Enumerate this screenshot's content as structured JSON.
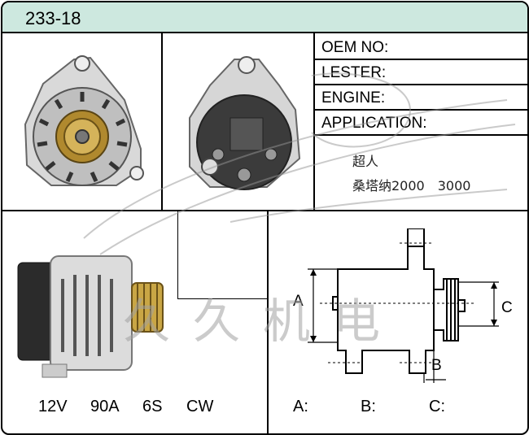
{
  "title": "233-18",
  "fields": {
    "oem": "OEM NO:",
    "lester": "LESTER:",
    "engine": "ENGINE:",
    "application": "APPLICATION:"
  },
  "application_notes": {
    "line1": "超人",
    "line2": "桑塔纳2000　3000"
  },
  "specs": {
    "voltage": "12V",
    "amperage": "90A",
    "pulley": "6S",
    "rotation": "CW"
  },
  "dimensions": {
    "a_label": "A:",
    "b_label": "B:",
    "c_label": "C:",
    "a_letter": "A",
    "b_letter": "B",
    "c_letter": "C"
  },
  "watermark": "久久机电",
  "colors": {
    "title_bar": "#cde8df",
    "border": "#000000"
  }
}
